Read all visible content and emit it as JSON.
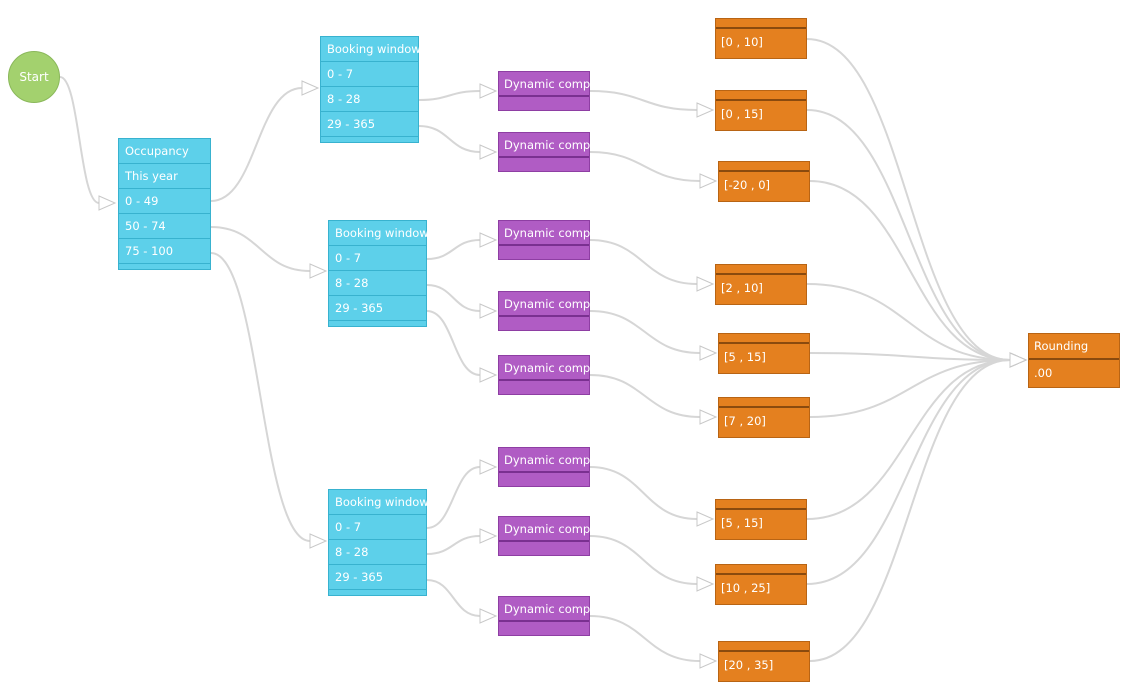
{
  "start": {
    "label": "Start"
  },
  "occupancy": {
    "title": "Occupancy",
    "subtitle": "This year",
    "rows": [
      "0 - 49",
      "50 - 74",
      "75 - 100"
    ]
  },
  "booking_windows": [
    {
      "title": "Booking window",
      "rows": [
        "0 - 7",
        "8 - 28",
        "29 - 365"
      ]
    },
    {
      "title": "Booking window",
      "rows": [
        "0 - 7",
        "8 - 28",
        "29 - 365"
      ]
    },
    {
      "title": "Booking window",
      "rows": [
        "0 - 7",
        "8 - 28",
        "29 - 365"
      ]
    }
  ],
  "dynamic_comp_label": "Dynamic comp",
  "ranges": [
    "[0 , 10]",
    "[0 , 15]",
    "[-20 , 0]",
    "[2 , 10]",
    "[5 , 15]",
    "[7 , 20]",
    "[5 , 15]",
    "[10 , 25]",
    "[20 , 35]"
  ],
  "rounding": {
    "title": "Rounding",
    "value": ".00"
  },
  "colors": {
    "start": "#a3d16e",
    "occupancy": "#5dd0ea",
    "dynamic": "#b05cc4",
    "range": "#e4801f",
    "edge": "#d6d6d6"
  }
}
